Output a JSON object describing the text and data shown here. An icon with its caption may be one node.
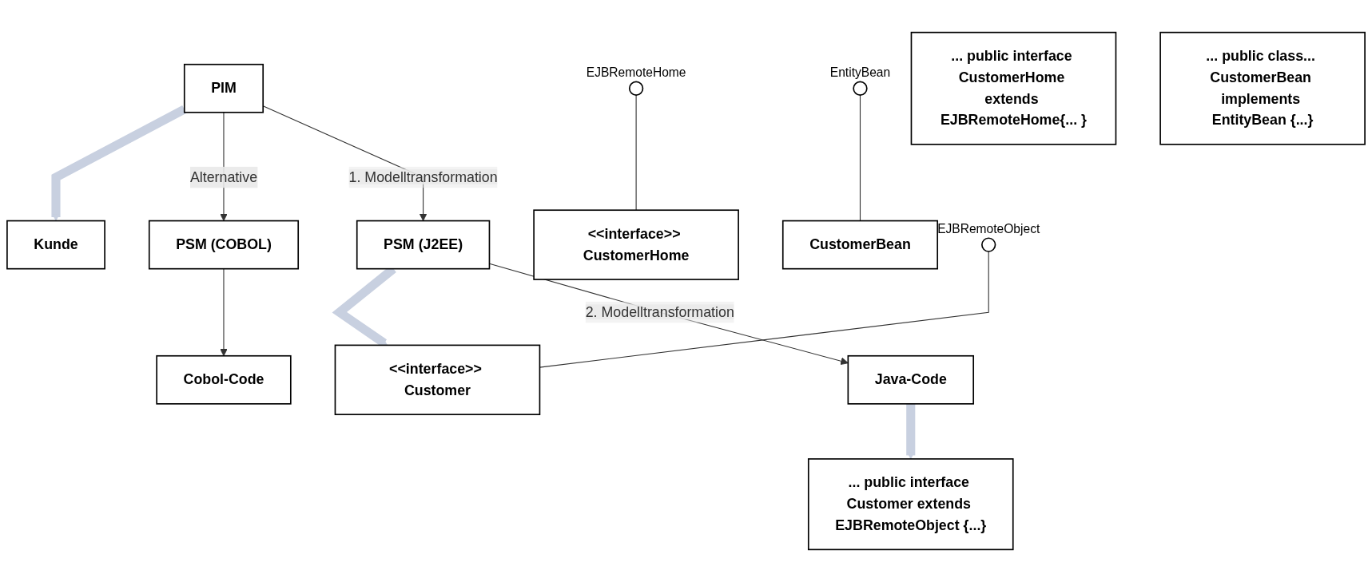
{
  "diagram": {
    "nodes": [
      {
        "text": [
          "PIM"
        ]
      },
      {
        "text": [
          "Kunde"
        ]
      },
      {
        "text": [
          "PSM (COBOL)"
        ]
      },
      {
        "text": [
          "PSM (J2EE)"
        ]
      },
      {
        "text": [
          "<<interface>> Customer"
        ]
      },
      {
        "text": [
          "<<interface>> CustomerHome"
        ]
      },
      {
        "text": [
          "CustomerBean"
        ]
      },
      {
        "text": [],
        "shape": "circle",
        "beside": [
          "EJBRemoteObject"
        ]
      },
      {
        "text": [],
        "shape": "circle",
        "beside": [
          "EJBRemoteHome"
        ]
      },
      {
        "text": [],
        "shape": "circle",
        "beside": [
          "EntityBean"
        ]
      },
      {
        "text": [
          "Cobol-Code"
        ]
      },
      {
        "text": [
          "Java-Code"
        ]
      },
      {
        "text": [
          "... public interface Customer extends EJBRemoteObject {...}"
        ]
      },
      {
        "text": [
          "... public interface CustomerHome extends EJBRemoteHome{... }"
        ]
      },
      {
        "text": [
          "... public class... CustomerBean implements EntityBean {...}"
        ]
      }
    ],
    "edges": [
      {
        "from": 0,
        "to": 1,
        "arrow": "to",
        "style": "thick",
        "color": "#c8d0e0"
      },
      {
        "from": 0,
        "to": 2,
        "arrow": "to",
        "label": "Alternative"
      },
      {
        "from": 0,
        "to": 3,
        "arrow": "to",
        "label": "1. Modelltransformation"
      },
      {
        "from": 3,
        "to": 4,
        "arrow": "to",
        "style": "thick",
        "color": "#c8d0e0"
      },
      {
        "from": 7,
        "to": 4,
        "arrow": "none"
      },
      {
        "from": 8,
        "to": 5,
        "arrow": "none"
      },
      {
        "from": 9,
        "to": 6,
        "arrow": "none"
      },
      {
        "from": 2,
        "to": 10,
        "arrow": "to"
      },
      {
        "from": 3,
        "to": 11,
        "arrow": "to",
        "label": "2. Modelltransformation"
      },
      {
        "from": 11,
        "to": 12,
        "arrow": "to",
        "style": "thick",
        "color": "#c8d0e0"
      }
    ]
  }
}
